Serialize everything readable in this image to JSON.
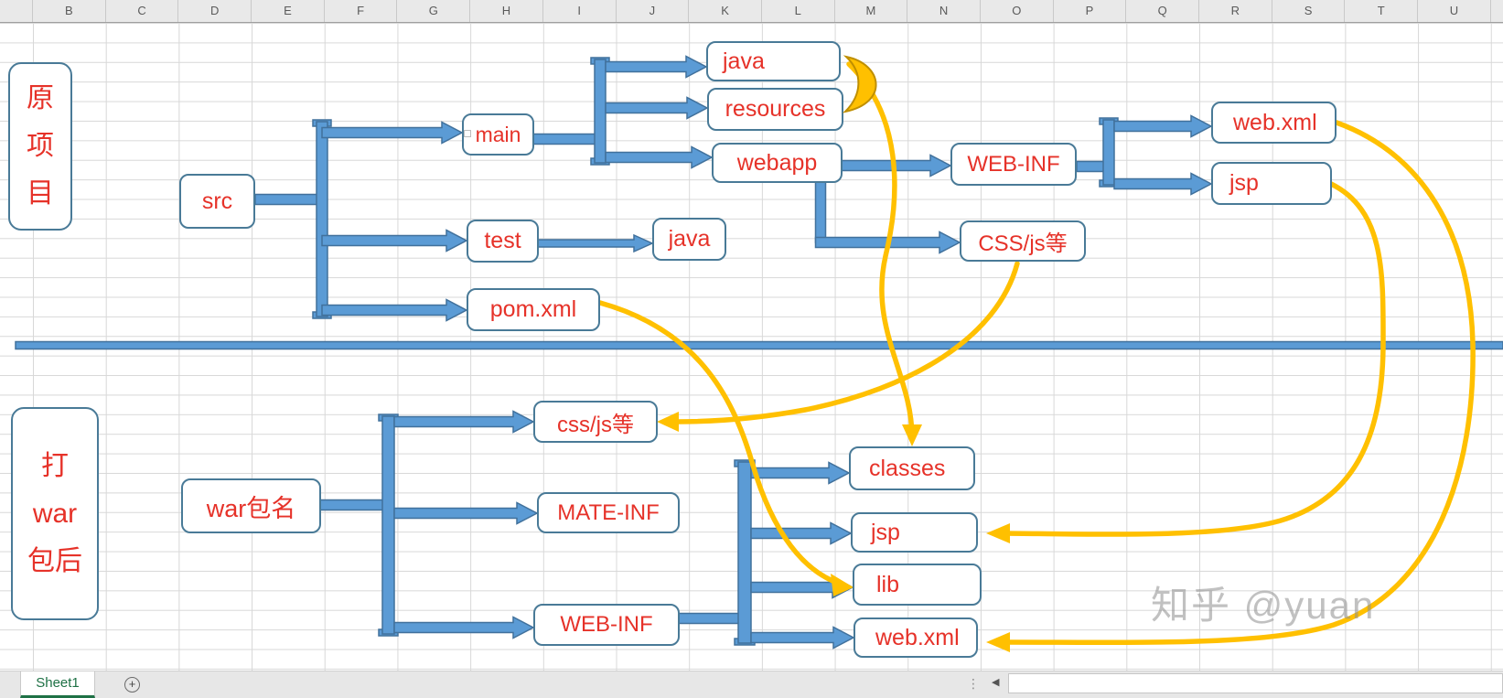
{
  "spreadsheet": {
    "column_headers": [
      "",
      "B",
      "C",
      "D",
      "E",
      "F",
      "G",
      "H",
      "I",
      "J",
      "K",
      "L",
      "M",
      "N",
      "O",
      "P",
      "Q",
      "R",
      "S",
      "T",
      "U",
      ""
    ],
    "sheet_tab": "Sheet1",
    "add_sheet_icon": "+",
    "scroll_left_icon": "◀",
    "drag_dots_icon": "⋮"
  },
  "diagram": {
    "section_labels": {
      "original": "原项目",
      "war_package": "打war包后"
    },
    "nodes": {
      "src": "src",
      "main": "main",
      "java_main": "java",
      "resources": "resources",
      "webapp": "webapp",
      "web_inf_src": "WEB-INF",
      "web_xml_src": "web.xml",
      "jsp_src": "jsp",
      "test": "test",
      "java_test": "java",
      "pom_xml": "pom.xml",
      "css_js_src": "CSS/js等",
      "war_name": "war包名",
      "css_js_war": "css/js等",
      "mate_inf": "MATE-INF",
      "web_inf_war": "WEB-INF",
      "classes": "classes",
      "jsp_war": "jsp",
      "lib": "lib",
      "web_xml_war": "web.xml"
    }
  },
  "watermark": "知乎 @yuan",
  "colors": {
    "shape_blue": "#5B9BD5",
    "shape_blue_border": "#41719C",
    "accent_yellow": "#FFC000",
    "node_border": "#497a97",
    "node_text_red": "#e63229",
    "sheet_tab_green": "#1e7145"
  }
}
